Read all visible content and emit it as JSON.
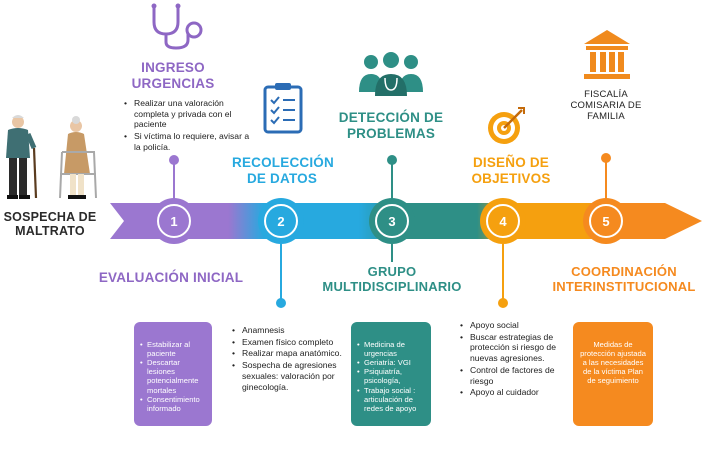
{
  "start": {
    "label": "SOSPECHA DE MALTRATO"
  },
  "steps": [
    {
      "num": "1",
      "heading": "EVALUACIÓN INICIAL",
      "color": "#9b77d0",
      "box_items": [
        "Estabilizar al paciente",
        "Descartar lesiones potencialmente mortales",
        "Consentimiento informado"
      ]
    },
    {
      "num": "2",
      "heading": "RECOLECCIÓN DE DATOS",
      "color": "#27a9df",
      "list_items": [
        "Anamnesis",
        "Examen físico completo",
        "Realizar mapa anatómico.",
        "Sospecha de agresiones sexuales: valoración por ginecología."
      ]
    },
    {
      "num": "3",
      "heading": "DETECCIÓN DE PROBLEMAS",
      "color": "#2e8f86",
      "sub_heading": "GRUPO MULTIDISCIPLINARIO",
      "box_items": [
        "Medicina de urgencias",
        "Geriatría: VGI",
        "Psiquiatría, psicología,",
        "Trabajo social : articulación de redes de apoyo"
      ]
    },
    {
      "num": "4",
      "heading": "DISEÑO DE OBJETIVOS",
      "color": "#f5a00f",
      "list_items": [
        "Apoyo social",
        "Buscar estrategias de protección si riesgo de nuevas agresiones.",
        "Control de factores de riesgo",
        "Apoyo al cuidador"
      ]
    },
    {
      "num": "5",
      "heading": "COORDINACIÓN INTERINSTITUCIONAL",
      "color": "#f58a1f",
      "top_label": "FISCALÍA COMISARIA DE FAMILIA",
      "box_text": "Medidas de protección ajustada a las necesidades de la víctima Plan de seguimiento"
    }
  ],
  "ingreso": {
    "heading": "INGRESO URGENCIAS",
    "items": [
      "Realizar una valoración completa y privada con el paciente",
      "Si víctima lo requiere, avisar a la policía."
    ]
  },
  "icons": [
    "elderly-couple-icon",
    "stethoscope-icon",
    "checklist-icon",
    "medical-team-icon",
    "target-icon",
    "courthouse-icon"
  ]
}
